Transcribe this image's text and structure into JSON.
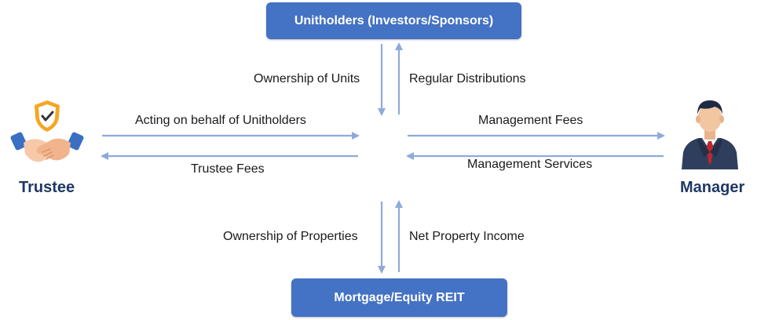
{
  "colors": {
    "box": "#4472C4",
    "arrow": "#8EAADB",
    "role_text": "#1f3864"
  },
  "boxes": {
    "top": "Unitholders (Investors/Sponsors)",
    "bottom": "Mortgage/Equity REIT"
  },
  "roles": {
    "left": "Trustee",
    "right": "Manager"
  },
  "flows": {
    "ownership_units": "Ownership of Units",
    "regular_distributions": "Regular Distributions",
    "acting_on_behalf": "Acting on behalf of Unitholders",
    "trustee_fees": "Trustee Fees",
    "management_fees": "Management Fees",
    "management_services": "Management Services",
    "ownership_properties": "Ownership of Properties",
    "net_property_income": "Net Property Income"
  },
  "icons": {
    "left": "handshake-shield-icon",
    "right": "businessman-icon"
  }
}
